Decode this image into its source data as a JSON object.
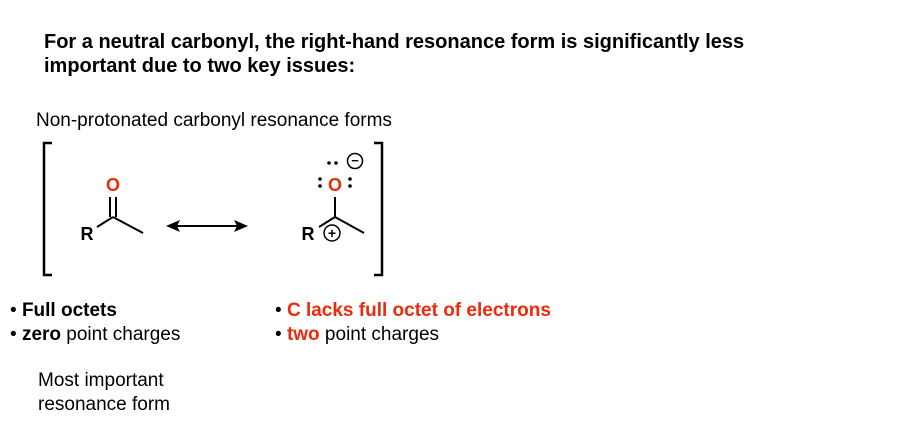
{
  "heading": {
    "line1": "For a neutral carbonyl, the right-hand resonance form is significantly less",
    "line2": "important due to two key issues:"
  },
  "subtitle": "Non-protonated carbonyl resonance forms",
  "structures": {
    "left": {
      "oxygen": "O",
      "r_group": "R"
    },
    "right": {
      "oxygen": "O",
      "r_group": "R",
      "negative_charge": "−",
      "positive_charge": "+"
    }
  },
  "left_bullets": [
    {
      "bullet": "•",
      "strong": "Full octets",
      "rest": ""
    },
    {
      "bullet": "•",
      "strong": "zero",
      "rest": " point charges"
    }
  ],
  "right_bullets": [
    {
      "bullet": "•",
      "strong": "C lacks full octet of electrons",
      "rest": ""
    },
    {
      "bullet": "•",
      "strong": "two",
      "rest": " point charges"
    }
  ],
  "caption": {
    "line1": "Most important",
    "line2": "resonance form"
  },
  "colors": {
    "accent_red": "#ee2a0c",
    "text": "#000000"
  }
}
